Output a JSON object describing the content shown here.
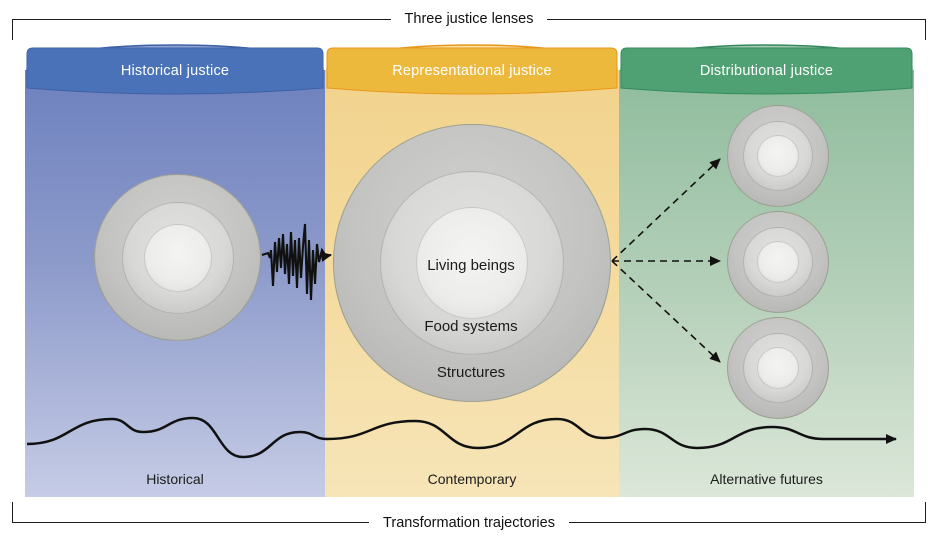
{
  "figure_title": "Three justice lenses",
  "figure_footer": "Transformation trajectories",
  "columns": [
    {
      "id": "historical",
      "title": "Historical justice",
      "timeline_label": "Historical",
      "colors": {
        "band": "#4a72b8",
        "cap": "#8da2d4",
        "border": "#3e61a6",
        "body_top": "#6e81bf",
        "body_bottom": "#c6cce6"
      }
    },
    {
      "id": "representational",
      "title": "Representational justice",
      "timeline_label": "Contemporary",
      "colors": {
        "band": "#edb93d",
        "cap": "#f9e1a4",
        "border": "#e8971a",
        "body_top": "#f2d38d",
        "body_bottom": "#f7e5b8"
      }
    },
    {
      "id": "distributional",
      "title": "Distributional justice",
      "timeline_label": "Alternative futures",
      "colors": {
        "band": "#4fa174",
        "cap": "#a3c8b0",
        "border": "#358a5e",
        "body_top": "#8fbc9d",
        "body_bottom": "#dce7d9"
      }
    }
  ],
  "central_sphere": {
    "inner_label": "Living beings",
    "middle_label": "Food systems",
    "outer_label": "Structures"
  },
  "icons": {
    "shock_arrow": "jagged-shockwave-arrow",
    "projection_arrows": "dashed-projection-arrows",
    "timeline_arrow": "wavy-timeline-arrow"
  },
  "sphere_color": "#c9c9c7",
  "arrow_color": "#111111"
}
